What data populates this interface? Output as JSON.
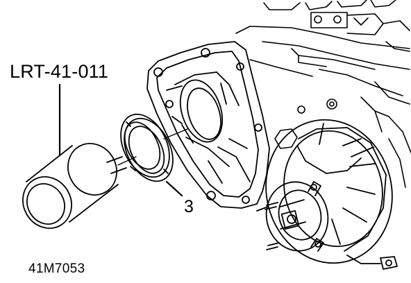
{
  "callouts": {
    "tool_label": "LRT-41-011",
    "item_number": "3"
  },
  "figure_id": "41M7053",
  "colors": {
    "line": "#000000",
    "background": "#ffffff"
  }
}
